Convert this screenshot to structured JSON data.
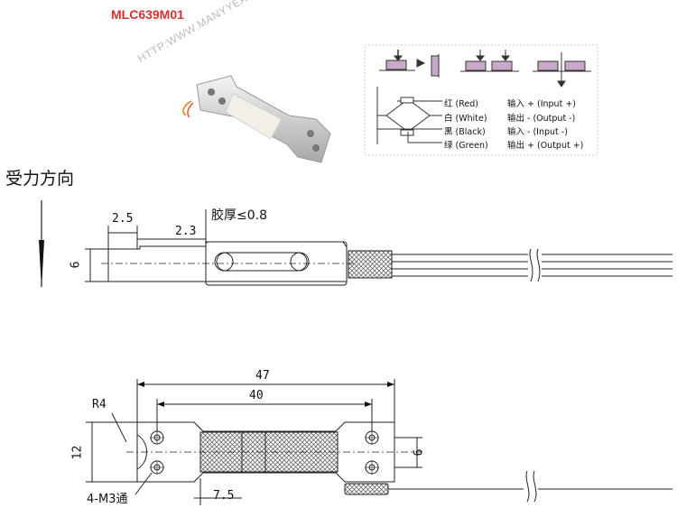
{
  "header": {
    "model_label": "MLC639M01",
    "watermark": "HTTP:WWW.MANYYEAR.COM"
  },
  "force_direction_label": "受力方向",
  "wiring": [
    {
      "cn": "红",
      "color_name": "(Red)",
      "signal": "输入 + (Input +)",
      "color": "#d12"
    },
    {
      "cn": "白",
      "color_name": "(White)",
      "signal": "输出 - (Output -)",
      "color": "#888"
    },
    {
      "cn": "黑",
      "color_name": "(Black)",
      "signal": "输入 - (Input -)",
      "color": "#111"
    },
    {
      "cn": "绿",
      "color_name": "(Green)",
      "signal": "输出 + (Output +)",
      "color": "#2a2"
    }
  ],
  "side_view": {
    "dim_left": "2.5",
    "dim_step": "2.3",
    "glue_thickness": "胶厚≤0.8",
    "height": "6"
  },
  "top_view": {
    "total_length": "47",
    "hole_spacing": "40",
    "radius": "R4",
    "width": "12",
    "height_right": "6",
    "holes": "4-M3通",
    "gauge_offset": "7.5"
  },
  "colors": {
    "model_red": "#d8322f",
    "line": "#222",
    "mesh": "#555"
  }
}
